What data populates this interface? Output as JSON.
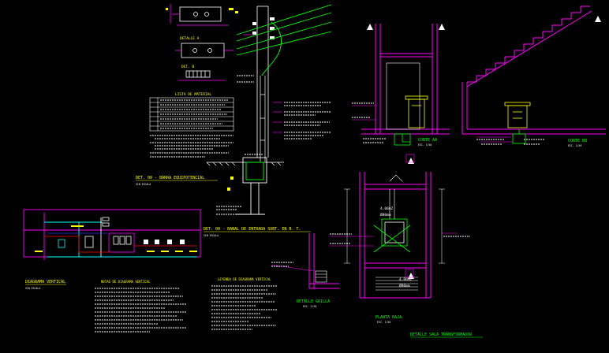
{
  "colors": {
    "background": "#000000",
    "magenta": "#ff00ff",
    "yellow": "#ffff00",
    "green": "#00ff00",
    "cyan": "#00ffff",
    "white": "#ffffff",
    "red": "#ff0000",
    "blue": "#3030ff"
  },
  "labels": {
    "detail_a": "DETALLE A",
    "detail_b": "DET. B",
    "material_list": "LISTA DE MATERIAL",
    "det_barra": "DET. 00 - BARRA EQUIPOTENCIAL",
    "det_barra_scale": "SIN ESCALA",
    "det_banal": "DET. 00 - BANAL DE ENTRADA SUBT. EN B. T.",
    "det_banal_scale": "SIN ESCALA",
    "corte_aa": "CORTE AA",
    "corte_aa_scale": "ESC. 1/50",
    "corte_bb": "CORTE BB",
    "corte_bb_scale": "ESC. 1/50",
    "diagrama": "DIAGRAMA VERTICAL",
    "diagrama_scale": "SIN ESCALA",
    "notas": "NOTAS DE DIAGRAMA VERTICAL",
    "leyenda": "LEYENDA DE DIAGRAMA VERTICAL",
    "detalle_grilla": "DETALLE GRILLA",
    "detalle_grilla_scale": "ESC. 1/20",
    "planta_baja": "PLANTA BAJA",
    "planta_baja_scale": "ESC. 1/50",
    "sala_transf": "DETALLE SALA TRANSFORMADOR",
    "dim_4m2": "4,00m2",
    "dim_80mm": "Ø80mm",
    "dim_4m2b": "4,00m2",
    "dim_80mmb": "Ø80mm"
  }
}
